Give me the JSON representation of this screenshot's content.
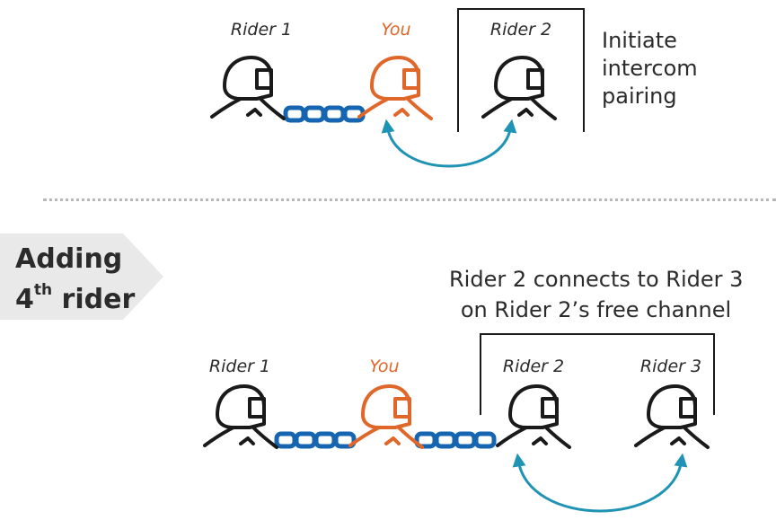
{
  "top": {
    "labels": {
      "rider1": "Rider 1",
      "you": "You",
      "rider2": "Rider 2"
    },
    "caption": [
      "Initiate",
      "intercom",
      "pairing"
    ]
  },
  "bottom": {
    "badge": {
      "word": "Adding",
      "num": "4",
      "sup": "th",
      "rest": " rider"
    },
    "caption": [
      "Rider 2 connects to Rider 3",
      "on Rider 2’s free channel"
    ],
    "labels": {
      "rider1": "Rider 1",
      "you": "You",
      "rider2": "Rider 2",
      "rider3": "Rider 3"
    }
  },
  "colors": {
    "rider": "#1a1a1a",
    "you": "#e0672a",
    "link": "#1565b0",
    "arrow": "#1e93b3",
    "badge": "#e9e9e9",
    "divider": "#b7b7b7"
  },
  "icons": [
    "rider-helmet-icon",
    "chain-link-icon",
    "double-arrow-icon"
  ]
}
